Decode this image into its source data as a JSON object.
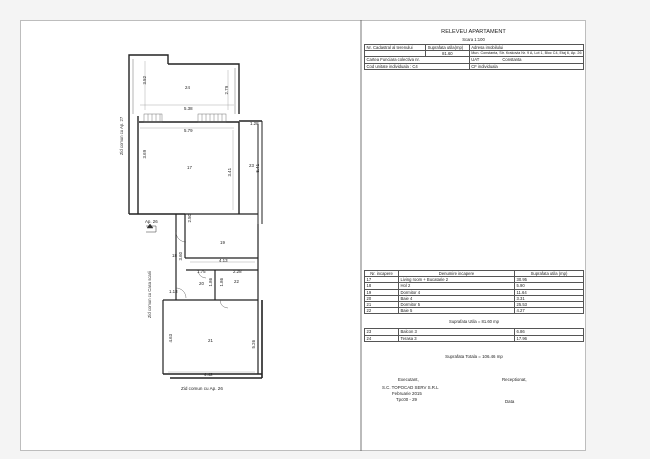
{
  "title": "RELEVEU APARTAMENT",
  "scale": "Scara 1:100",
  "info": {
    "nr_cadastral_label": "Nr. Cadastral al terenului",
    "suprafata_label": "Suprafata utila(mp)",
    "suprafata_value": "81.60",
    "adresa_label": "Adresa imobilului",
    "adresa_value": "Mun. Constanta, Str. Krakovia Nr. 9 A, Lot 1, Bloc C4, Etaj 6, Ap. 26",
    "carte_funciara_label": "Cartea Funciara colectiva nr.",
    "uat_label": "UAT",
    "uat_value": "Constanta",
    "cod_unitate_label": "Cod unitate individuala : C4",
    "cf_label": "CF individuala"
  },
  "rooms_table": {
    "headers": [
      "Nr. incapere",
      "Denumire incapere",
      "Suprafata utila (mp)"
    ],
    "rows": [
      {
        "nr": "17",
        "name": "Living room + Bucatarie 2",
        "area": "30.95"
      },
      {
        "nr": "18",
        "name": "Hol 2",
        "area": "5.90"
      },
      {
        "nr": "19",
        "name": "Dormitor 4",
        "area": "11.64"
      },
      {
        "nr": "20",
        "name": "Baie 4",
        "area": "3.31"
      },
      {
        "nr": "21",
        "name": "Dormitor 5",
        "area": "25.53"
      },
      {
        "nr": "22",
        "name": "Baie 5",
        "area": "4.27"
      }
    ],
    "subtotal": "Suprafata Utila = 81.60 mp",
    "extra_rows": [
      {
        "nr": "23",
        "name": "Balcon 3",
        "area": "6.86"
      },
      {
        "nr": "24",
        "name": "Terasa 3",
        "area": "17.96"
      }
    ],
    "total": "Suprafata Totala = 106.46 mp"
  },
  "signatures": {
    "executant_label": "Executant,",
    "executant_name": "S.C. TOPOCAD SERV S.R.L",
    "executant_date": "Februarie 2015",
    "executant_ref": "Tpc00 - 29",
    "receptionat_label": "Receptionat,",
    "data_label": "Data"
  },
  "plan": {
    "wall_right_upper": "Zid comun cu Ap. 27",
    "wall_right_lower": "Zid comun cu Casa scarii",
    "wall_bottom": "Zid comun cu Ap. 26",
    "neighbor_label": "Ap. 26",
    "rooms": [
      {
        "num": "24"
      },
      {
        "num": "17"
      },
      {
        "num": "23"
      },
      {
        "num": "19"
      },
      {
        "num": "18"
      },
      {
        "num": "20"
      },
      {
        "num": "22"
      },
      {
        "num": "21"
      }
    ],
    "dims": [
      "3.52",
      "2.79",
      "5.38",
      "5.79",
      "1.28",
      "3.69",
      "3.41",
      "5.41",
      "2.50",
      "3.60",
      "4.13",
      "1.75",
      "2.28",
      "1.86",
      "1.86",
      "1.13",
      "4.63",
      "5.26",
      "4.42"
    ]
  },
  "colors": {
    "wall": "#222222",
    "ink": "#333333",
    "border": "#bdbdbd"
  }
}
